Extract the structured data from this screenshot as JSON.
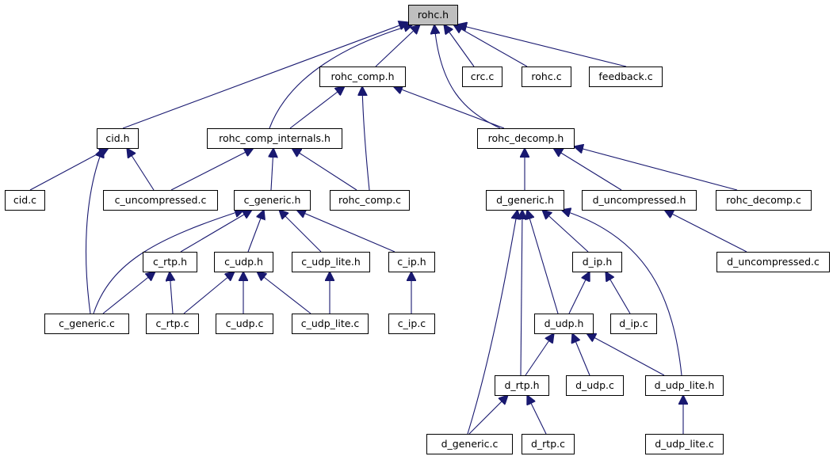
{
  "colors": {
    "edge": "#191970",
    "node_fill": "#ffffff",
    "root_fill": "#bfbfbf",
    "node_border": "#000000"
  },
  "nodes": [
    {
      "id": "rohc_h",
      "label": "rohc.h",
      "root": true
    },
    {
      "id": "rohc_comp_h",
      "label": "rohc_comp.h"
    },
    {
      "id": "crc_c",
      "label": "crc.c"
    },
    {
      "id": "rohc_c",
      "label": "rohc.c"
    },
    {
      "id": "feedback_c",
      "label": "feedback.c"
    },
    {
      "id": "cid_h",
      "label": "cid.h"
    },
    {
      "id": "rohc_comp_internals_h",
      "label": "rohc_comp_internals.h"
    },
    {
      "id": "rohc_decomp_h",
      "label": "rohc_decomp.h"
    },
    {
      "id": "cid_c",
      "label": "cid.c"
    },
    {
      "id": "c_uncompressed_c",
      "label": "c_uncompressed.c"
    },
    {
      "id": "c_generic_h",
      "label": "c_generic.h"
    },
    {
      "id": "rohc_comp_c",
      "label": "rohc_comp.c"
    },
    {
      "id": "d_generic_h",
      "label": "d_generic.h"
    },
    {
      "id": "d_uncompressed_h",
      "label": "d_uncompressed.h"
    },
    {
      "id": "rohc_decomp_c",
      "label": "rohc_decomp.c"
    },
    {
      "id": "c_rtp_h",
      "label": "c_rtp.h"
    },
    {
      "id": "c_udp_h",
      "label": "c_udp.h"
    },
    {
      "id": "c_udp_lite_h",
      "label": "c_udp_lite.h"
    },
    {
      "id": "c_ip_h",
      "label": "c_ip.h"
    },
    {
      "id": "d_ip_h",
      "label": "d_ip.h"
    },
    {
      "id": "d_uncompressed_c",
      "label": "d_uncompressed.c"
    },
    {
      "id": "c_generic_c",
      "label": "c_generic.c"
    },
    {
      "id": "c_rtp_c",
      "label": "c_rtp.c"
    },
    {
      "id": "c_udp_c",
      "label": "c_udp.c"
    },
    {
      "id": "c_udp_lite_c",
      "label": "c_udp_lite.c"
    },
    {
      "id": "c_ip_c",
      "label": "c_ip.c"
    },
    {
      "id": "d_udp_h",
      "label": "d_udp.h"
    },
    {
      "id": "d_ip_c",
      "label": "d_ip.c"
    },
    {
      "id": "d_rtp_h",
      "label": "d_rtp.h"
    },
    {
      "id": "d_udp_c",
      "label": "d_udp.c"
    },
    {
      "id": "d_udp_lite_h",
      "label": "d_udp_lite.h"
    },
    {
      "id": "d_generic_c",
      "label": "d_generic.c"
    },
    {
      "id": "d_rtp_c",
      "label": "d_rtp.c"
    },
    {
      "id": "d_udp_lite_c",
      "label": "d_udp_lite.c"
    }
  ],
  "edges": [
    {
      "from": "rohc_comp_h",
      "to": "rohc_h"
    },
    {
      "from": "crc_c",
      "to": "rohc_h"
    },
    {
      "from": "rohc_c",
      "to": "rohc_h"
    },
    {
      "from": "feedback_c",
      "to": "rohc_h"
    },
    {
      "from": "cid_h",
      "to": "rohc_h"
    },
    {
      "from": "rohc_comp_internals_h",
      "to": "rohc_h"
    },
    {
      "from": "rohc_decomp_h",
      "to": "rohc_h"
    },
    {
      "from": "rohc_comp_internals_h",
      "to": "rohc_comp_h"
    },
    {
      "from": "rohc_comp_c",
      "to": "rohc_comp_h"
    },
    {
      "from": "rohc_decomp_h",
      "to": "rohc_comp_h"
    },
    {
      "from": "cid_c",
      "to": "cid_h"
    },
    {
      "from": "c_uncompressed_c",
      "to": "cid_h"
    },
    {
      "from": "c_generic_c",
      "to": "cid_h"
    },
    {
      "from": "c_uncompressed_c",
      "to": "rohc_comp_internals_h"
    },
    {
      "from": "c_generic_h",
      "to": "rohc_comp_internals_h"
    },
    {
      "from": "rohc_comp_c",
      "to": "rohc_comp_internals_h"
    },
    {
      "from": "c_generic_c",
      "to": "c_generic_h"
    },
    {
      "from": "c_rtp_h",
      "to": "c_generic_h"
    },
    {
      "from": "c_udp_h",
      "to": "c_generic_h"
    },
    {
      "from": "c_udp_lite_h",
      "to": "c_generic_h"
    },
    {
      "from": "c_ip_h",
      "to": "c_generic_h"
    },
    {
      "from": "c_generic_c",
      "to": "c_rtp_h"
    },
    {
      "from": "c_rtp_c",
      "to": "c_rtp_h"
    },
    {
      "from": "c_rtp_c",
      "to": "c_udp_h"
    },
    {
      "from": "c_udp_c",
      "to": "c_udp_h"
    },
    {
      "from": "c_udp_lite_c",
      "to": "c_udp_h"
    },
    {
      "from": "c_udp_lite_c",
      "to": "c_udp_lite_h"
    },
    {
      "from": "c_ip_c",
      "to": "c_ip_h"
    },
    {
      "from": "d_generic_h",
      "to": "rohc_decomp_h"
    },
    {
      "from": "d_uncompressed_h",
      "to": "rohc_decomp_h"
    },
    {
      "from": "rohc_decomp_c",
      "to": "rohc_decomp_h"
    },
    {
      "from": "d_uncompressed_c",
      "to": "d_uncompressed_h"
    },
    {
      "from": "d_generic_c",
      "to": "d_generic_h"
    },
    {
      "from": "d_rtp_h",
      "to": "d_generic_h"
    },
    {
      "from": "d_udp_h",
      "to": "d_generic_h"
    },
    {
      "from": "d_ip_h",
      "to": "d_generic_h"
    },
    {
      "from": "d_udp_lite_h",
      "to": "d_generic_h"
    },
    {
      "from": "d_udp_h",
      "to": "d_ip_h"
    },
    {
      "from": "d_ip_c",
      "to": "d_ip_h"
    },
    {
      "from": "d_rtp_h",
      "to": "d_udp_h"
    },
    {
      "from": "d_udp_c",
      "to": "d_udp_h"
    },
    {
      "from": "d_udp_lite_h",
      "to": "d_udp_h"
    },
    {
      "from": "d_generic_c",
      "to": "d_rtp_h"
    },
    {
      "from": "d_rtp_c",
      "to": "d_rtp_h"
    },
    {
      "from": "d_udp_lite_c",
      "to": "d_udp_lite_h"
    }
  ]
}
